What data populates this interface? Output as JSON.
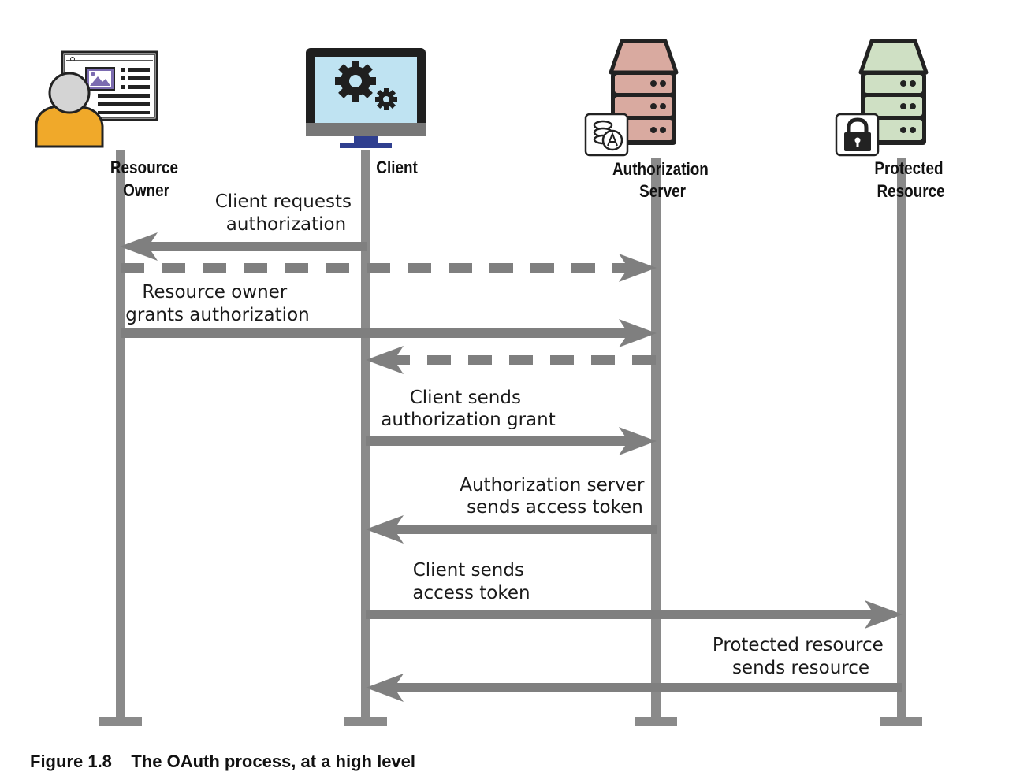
{
  "actors": [
    {
      "id": "resource-owner",
      "label_lines": [
        "Resource",
        "Owner"
      ],
      "icon": "person-with-browser-icon"
    },
    {
      "id": "client",
      "label_lines": [
        "Client"
      ],
      "icon": "monitor-with-gears-icon"
    },
    {
      "id": "authorization-server",
      "label_lines": [
        "Authorization",
        "Server"
      ],
      "icon": "server-with-token-badge-icon"
    },
    {
      "id": "protected-resource",
      "label_lines": [
        "Protected",
        "Resource"
      ],
      "icon": "server-with-lock-icon"
    }
  ],
  "messages": [
    {
      "from": "client",
      "to": "resource-owner",
      "style": "solid",
      "label_lines": [
        "Client requests",
        "authorization"
      ]
    },
    {
      "from": "resource-owner",
      "to": "authorization-server",
      "style": "dashed",
      "label_lines": []
    },
    {
      "from": "resource-owner",
      "to": "authorization-server",
      "style": "solid",
      "label_lines": [
        "Resource owner",
        "grants authorization"
      ]
    },
    {
      "from": "authorization-server",
      "to": "client",
      "style": "dashed",
      "label_lines": []
    },
    {
      "from": "client",
      "to": "authorization-server",
      "style": "solid",
      "label_lines": [
        "Client sends",
        "authorization grant"
      ]
    },
    {
      "from": "authorization-server",
      "to": "client",
      "style": "solid",
      "label_lines": [
        "Authorization server",
        "sends access token"
      ]
    },
    {
      "from": "client",
      "to": "protected-resource",
      "style": "solid",
      "label_lines": [
        "Client sends",
        "access token"
      ]
    },
    {
      "from": "protected-resource",
      "to": "client",
      "style": "solid",
      "label_lines": [
        "Protected resource",
        "sends resource"
      ]
    }
  ],
  "caption": {
    "number": "Figure 1.8",
    "text": "The OAuth process, at a high level"
  },
  "colors": {
    "lifeline": "#8a8a8a",
    "arrow": "#7f7f7f",
    "person_body": "#f0a92a",
    "person_head": "#d4d4d4",
    "browser_accent": "#7b6bb0",
    "monitor_screen": "#bfe3f2",
    "monitor_stand": "#2f3f8f",
    "auth_server_fill": "#d9aaa0",
    "protected_server_fill": "#cfe0c4",
    "dark": "#222222"
  }
}
